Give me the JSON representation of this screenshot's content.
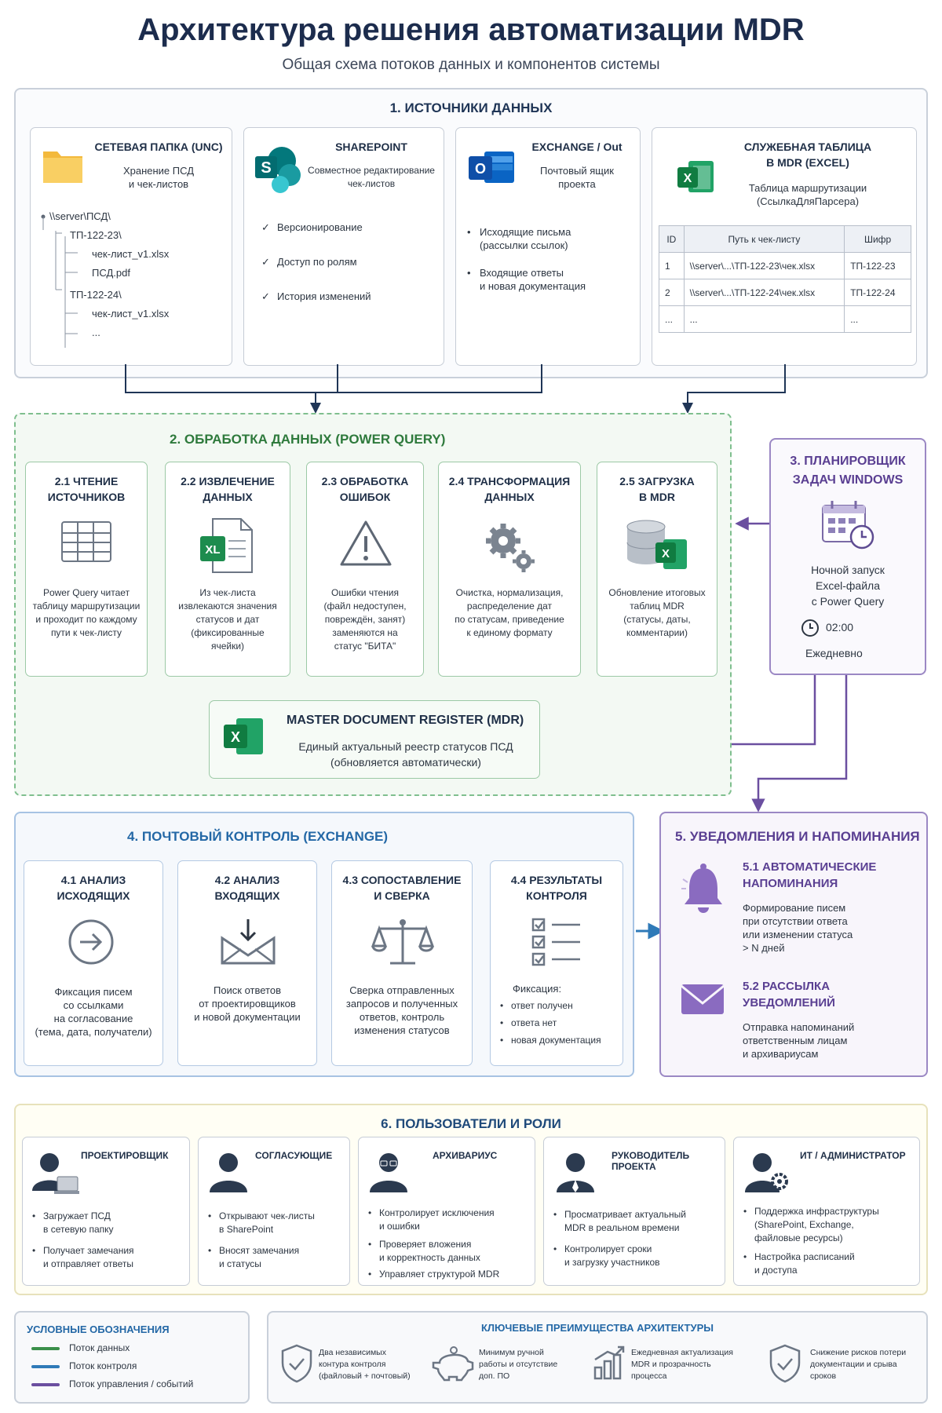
{
  "header": {
    "title": "Архитектура решения автоматизации MDR",
    "subtitle": "Общая схема потоков данных и компонентов системы"
  },
  "sources": {
    "title": "1. ИСТОЧНИКИ ДАННЫХ",
    "unc": {
      "title": "СЕТЕВАЯ ПАПКА (UNC)",
      "desc": "Хранение ПСД\nи чек-листов",
      "tree": [
        "\\\\server\\ПСД\\",
        "ТП-122-23\\",
        "чек-лист_v1.xlsx",
        "ПСД.pdf",
        "ТП-122-24\\",
        "чек-лист_v1.xlsx",
        "..."
      ]
    },
    "sharepoint": {
      "title": "SHAREPOINT",
      "desc": "Совместное редактирование\nчек-листов",
      "features": [
        "Версионирование",
        "Доступ по ролям",
        "История изменений"
      ]
    },
    "exchange": {
      "title": "EXCHANGE / Out",
      "desc": "Почтовый ящик\nпроекта",
      "bullets": [
        "Исходящие письма\n(рассылки ссылок)",
        "Входящие ответы\nи новая документация"
      ]
    },
    "table": {
      "title": "СЛУЖЕБНАЯ ТАБЛИЦА\nВ MDR (EXCEL)",
      "desc": "Таблица маршрутизации\n(СсылкаДляПарсера)",
      "headers": [
        "ID",
        "Путь к чек-листу",
        "Шифр"
      ],
      "rows": [
        [
          "1",
          "\\\\server\\...\\ТП-122-23\\чек.xlsx",
          "ТП-122-23"
        ],
        [
          "2",
          "\\\\server\\...\\ТП-122-24\\чек.xlsx",
          "ТП-122-24"
        ],
        [
          "...",
          "...",
          "..."
        ]
      ]
    }
  },
  "processing": {
    "title": "2. ОБРАБОТКА ДАННЫХ (POWER QUERY)",
    "steps": [
      {
        "title": "2.1 ЧТЕНИЕ\nИСТОЧНИКОВ",
        "text": "Power Query читает\nтаблицу маршрутизации\nи проходит по каждому\nпути к чек-листу",
        "icon": "table-icon"
      },
      {
        "title": "2.2 ИЗВЛЕЧЕНИЕ\nДАННЫХ",
        "text": "Из чек-листа\nизвлекаются значения\nстатусов и дат\n(фиксированные\nячейки)",
        "icon": "excel-file-icon",
        "badge": "XL"
      },
      {
        "title": "2.3 ОБРАБОТКА\nОШИБОК",
        "text": "Ошибки чтения\n(файл недоступен,\nповреждён, занят)\nзаменяются на\nстатус \"БИТА\"",
        "icon": "warning-icon"
      },
      {
        "title": "2.4 ТРАНСФОРМАЦИЯ\nДАННЫХ",
        "text": "Очистка, нормализация,\nраспределение дат\nпо статусам, приведение\nк единому формату",
        "icon": "gears-icon"
      },
      {
        "title": "2.5 ЗАГРУЗКА\nВ MDR",
        "text": "Обновление итоговых\nтаблиц MDR\n(статусы, даты,\nкомментарии)",
        "icon": "database-excel-icon"
      }
    ],
    "mdr": {
      "title": "MASTER DOCUMENT REGISTER (MDR)",
      "text": "Единый актуальный реестр статусов ПСД\n(обновляется автоматически)"
    }
  },
  "scheduler": {
    "title": "3. ПЛАНИРОВЩИК\nЗАДАЧ WINDOWS",
    "text": "Ночной запуск\nExcel-файла\nс Power Query",
    "time": "02:00",
    "freq": "Ежедневно"
  },
  "mail": {
    "title": "4. ПОЧТОВЫЙ КОНТРОЛЬ (EXCHANGE)",
    "steps": [
      {
        "title": "4.1 АНАЛИЗ\nИСХОДЯЩИХ",
        "text": "Фиксация писем\nсо ссылками\nна согласование\n(тема, дата, получатели)",
        "icon": "outgoing-arrow-icon"
      },
      {
        "title": "4.2 АНАЛИЗ\nВХОДЯЩИХ",
        "text": "Поиск ответов\nот проектировщиков\nи новой документации",
        "icon": "inbox-icon"
      },
      {
        "title": "4.3 СОПОСТАВЛЕНИЕ\nИ СВЕРКА",
        "text": "Сверка отправленных\nзапросов и полученных\nответов, контроль\nизменения статусов",
        "icon": "scales-icon"
      },
      {
        "title": "4.4 РЕЗУЛЬТАТЫ\nКОНТРОЛЯ",
        "text": "Фиксация:",
        "bullets": [
          "ответ получен",
          "ответа нет",
          "новая документация"
        ],
        "icon": "checklist-icon"
      }
    ]
  },
  "notify": {
    "title": "5. УВЕДОМЛЕНИЯ И НАПОМИНАНИЯ",
    "items": [
      {
        "title": "5.1 АВТОМАТИЧЕСКИЕ\nНАПОМИНАНИЯ",
        "text": "Формирование писем\nпри отсутствии ответа\nили изменении статуса\n> N дней",
        "icon": "bell-icon"
      },
      {
        "title": "5.2 РАССЫЛКА\nУВЕДОМЛЕНИЙ",
        "text": "Отправка напоминаний\nответственным лицам\nи архивариусам",
        "icon": "envelope-icon"
      }
    ]
  },
  "roles": {
    "title": "6. ПОЛЬЗОВАТЕЛИ И РОЛИ",
    "items": [
      {
        "title": "ПРОЕКТИРОВЩИК",
        "bullets": [
          "Загружает ПСД\nв сетевую папку",
          "Получает замечания\nи отправляет ответы"
        ]
      },
      {
        "title": "СОГЛАСУЮЩИЕ",
        "bullets": [
          "Открывают чек-листы\nв SharePoint",
          "Вносят замечания\nи статусы"
        ]
      },
      {
        "title": "АРХИВАРИУС",
        "bullets": [
          "Контролирует исключения\nи ошибки",
          "Проверяет вложения\nи корректность данных",
          "Управляет структурой MDR"
        ]
      },
      {
        "title": "РУКОВОДИТЕЛЬ ПРОЕКТА",
        "bullets": [
          "Просматривает актуальный\nMDR в реальном времени",
          "Контролирует сроки\nи загрузку участников"
        ]
      },
      {
        "title": "ИТ / АДМИНИСТРАТОР",
        "bullets": [
          "Поддержка инфраструктуры\n(SharePoint, Exchange,\nфайловые ресурсы)",
          "Настройка расписаний\nи доступа"
        ]
      }
    ]
  },
  "legend": {
    "title": "УСЛОВНЫЕ ОБОЗНАЧЕНИЯ",
    "items": [
      {
        "label": "Поток данных",
        "color": "#3a8f4a"
      },
      {
        "label": "Поток контроля",
        "color": "#2f7ab8"
      },
      {
        "label": "Поток управления / событий",
        "color": "#6b4fa0"
      }
    ]
  },
  "benefits": {
    "title": "КЛЮЧЕВЫЕ ПРЕИМУЩЕСТВА АРХИТЕКТУРЫ",
    "items": [
      "Два независимых\nконтура контроля\n(файловый + почтовый)",
      "Минимум ручной\nработы и отсутствие\nдоп. ПО",
      "Ежедневная актуализация\nMDR и прозрачность\nпроцесса",
      "Снижение рисков потери\nдокументации и срыва\nсроков"
    ]
  },
  "colors": {
    "data": "#3a8f4a",
    "control": "#2f7ab8",
    "manage": "#6b4fa0",
    "navy": "#1f3556"
  }
}
